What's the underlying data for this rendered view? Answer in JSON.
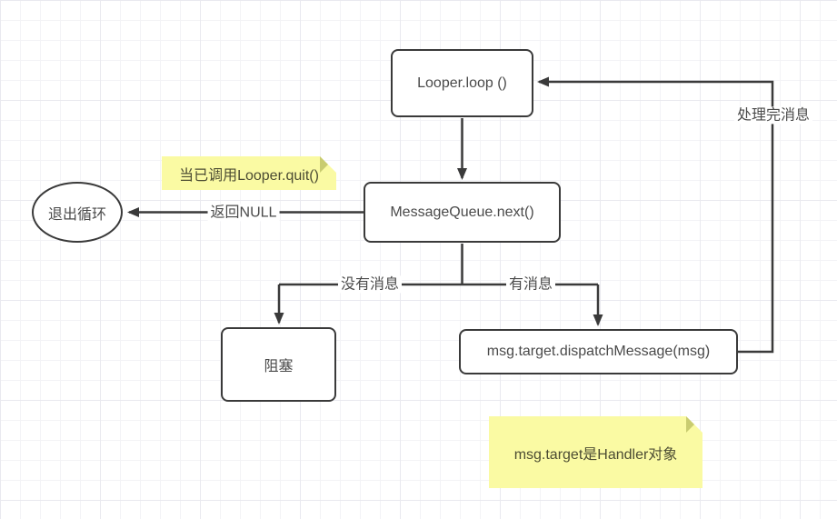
{
  "diagram": {
    "nodes": {
      "looper": {
        "label": "Looper.loop ()"
      },
      "mq": {
        "label": "MessageQueue.next()"
      },
      "exit": {
        "label": "退出循环"
      },
      "block": {
        "label": "阻塞"
      },
      "dispatch": {
        "label": "msg.target.dispatchMessage(msg)"
      }
    },
    "edge_labels": {
      "return_null": "返回NULL",
      "no_message": "没有消息",
      "has_message": "有消息",
      "done_message": "处理完消息"
    },
    "notes": {
      "quit_note": "当已调用Looper.quit()",
      "handler_note": "msg.target是Handler对象"
    },
    "colors": {
      "stroke": "#3a3a3a",
      "text": "#4a4a4a",
      "note_bg": "#fafaa3",
      "note_fold": "#c9cc70",
      "note_text": "#4c4c33"
    }
  }
}
